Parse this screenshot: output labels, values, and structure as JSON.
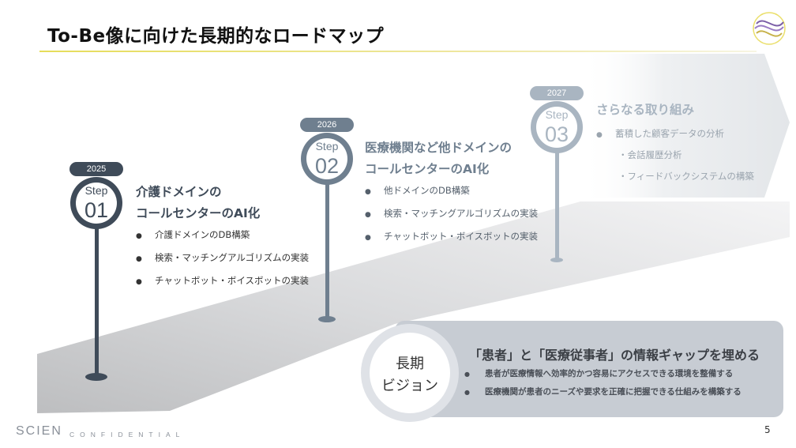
{
  "title": "To-Be像に向けた長期的なロードマップ",
  "colors": {
    "step1": "#3f4b59",
    "step2": "#6f7f8f",
    "step3": "#a9b5c1",
    "road": "#c9cacc",
    "accent_line": "#e8e069"
  },
  "steps": [
    {
      "year": "2025",
      "step_label": "Step",
      "number": "01",
      "title_line1": "介護ドメインの",
      "title_line2": "コールセンターのAI化",
      "bullets": [
        "介護ドメインのDB構築",
        "検索・マッチングアルゴリズムの実装",
        "チャットボット・ボイスボットの実装"
      ]
    },
    {
      "year": "2026",
      "step_label": "Step",
      "number": "02",
      "title_line1": "医療機関など他ドメインの",
      "title_line2": "コールセンターのAI化",
      "bullets": [
        "他ドメインのDB構築",
        "検索・マッチングアルゴリズムの実装",
        "チャットボット・ボイスボットの実装"
      ]
    },
    {
      "year": "2027",
      "step_label": "Step",
      "number": "03",
      "title_line1": "さらなる取り組み",
      "bullets": [
        "蓄積した顧客データの分析"
      ],
      "sub_items": [
        "・会話履歴分析",
        "・フィードバックシステムの構築"
      ]
    }
  ],
  "vision": {
    "label_line1": "長期",
    "label_line2": "ビジョン",
    "title": "「患者」と「医療従事者」の情報ギャップを埋める",
    "bullets": [
      "患者が医療情報へ効率的かつ容易にアクセスできる環境を整備する",
      "医療機関が患者のニーズや要求を正確に把握できる仕組みを構築する"
    ]
  },
  "footer": {
    "logo_text": "SCIEN",
    "confidential": "CONFIDENTIAL",
    "page_number": "5"
  },
  "icons": {
    "bullet": "●",
    "logo": "swirl-logo-icon"
  }
}
